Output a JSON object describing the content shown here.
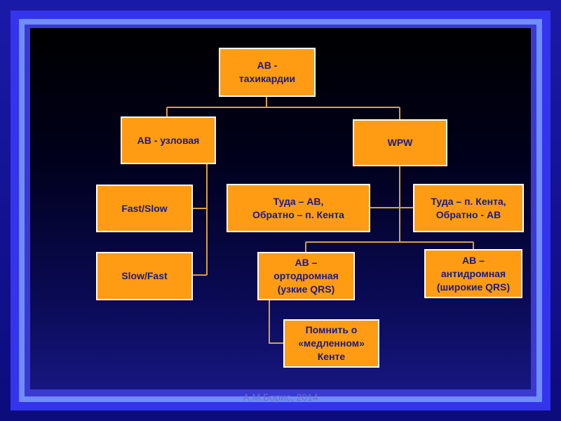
{
  "diagram": {
    "nodes": {
      "av_tachy": "АВ -\nтахикардии",
      "av_nodal": "АВ - узловая",
      "wpw": "WPW",
      "fast_slow": "Fast/Slow",
      "slow_fast": "Slow/Fast",
      "to_av": "Туда – АВ,\nОбратно – п. Кента",
      "to_kent": "Туда – п. Кента,\nОбратно - АВ",
      "orthodromic": "АВ –\nортодромная\n(узкие QRS)",
      "antidromic": "АВ –\nантидромная\n(широкие QRS)",
      "slow_kent": "Помнить о\n«медленном»\nКенте"
    }
  },
  "footer": {
    "author": "А.М.Борис, 2014"
  },
  "colors": {
    "box_fill": "#ff9c13",
    "box_border": "#ffffff",
    "box_text": "#1a1a80",
    "connector": "#d8a040"
  }
}
